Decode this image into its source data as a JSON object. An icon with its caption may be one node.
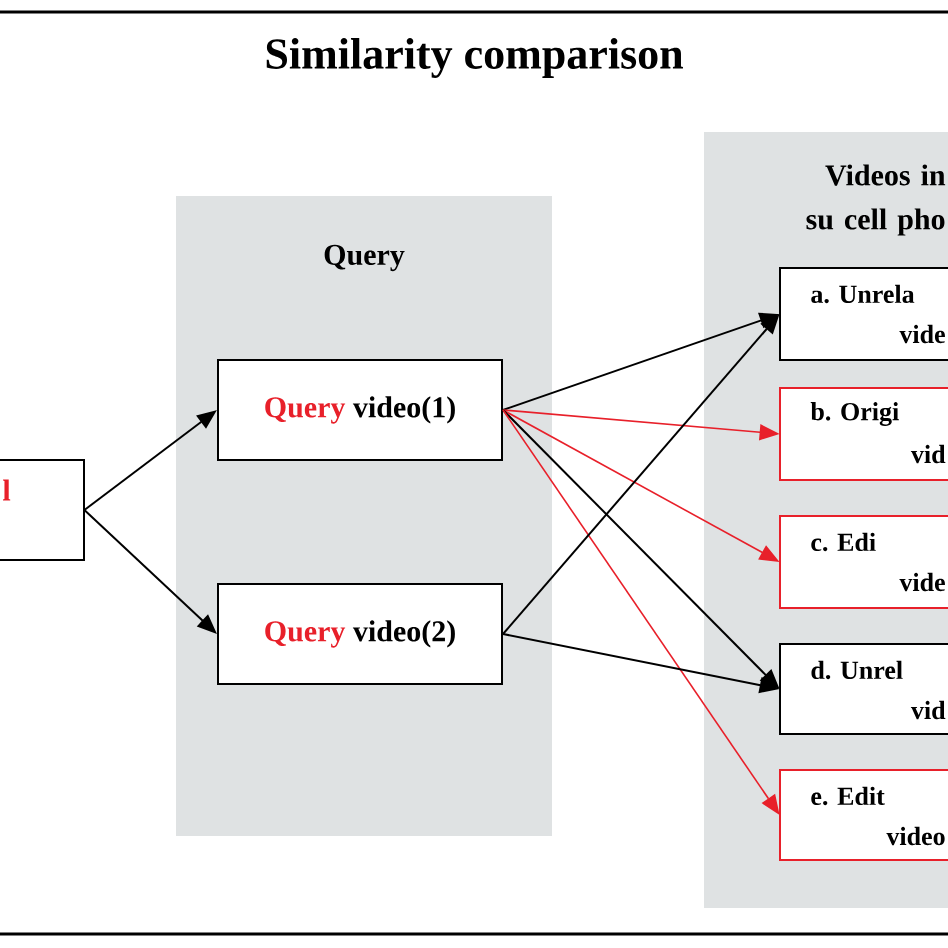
{
  "diagram": {
    "title": "Similarity comparison",
    "nodes": [
      {
        "text": [
          "l"
        ]
      },
      {
        "text": [
          "Query"
        ]
      },
      {
        "text": [
          "Query",
          "video(1)"
        ],
        "in": 1
      },
      {
        "text": [
          "Query",
          "video(2)"
        ],
        "in": 1
      },
      {
        "text": [
          "Videos in su cell pho"
        ]
      },
      {
        "text": [
          "a. Unrela",
          "vide"
        ],
        "in": 4
      },
      {
        "text": [
          "b. Origi",
          "vid"
        ],
        "in": 4
      },
      {
        "text": [
          "c. Edi",
          "vide"
        ],
        "in": 4
      },
      {
        "text": [
          "d. Unrel",
          "vid"
        ],
        "in": 4
      },
      {
        "text": [
          "e. Edit",
          "video"
        ],
        "in": 4
      }
    ],
    "edges": [
      {
        "from": 0,
        "to": 2,
        "arrow": "to"
      },
      {
        "from": 0,
        "to": 3,
        "arrow": "to"
      },
      {
        "from": 2,
        "to": 5,
        "arrow": "to"
      },
      {
        "from": 2,
        "to": 6,
        "arrow": "to",
        "color": "#e8202a"
      },
      {
        "from": 2,
        "to": 7,
        "arrow": "to",
        "color": "#e8202a"
      },
      {
        "from": 2,
        "to": 8,
        "arrow": "to"
      },
      {
        "from": 2,
        "to": 9,
        "arrow": "to",
        "color": "#e8202a"
      },
      {
        "from": 3,
        "to": 5,
        "arrow": "to"
      },
      {
        "from": 3,
        "to": 8,
        "arrow": "to"
      }
    ]
  }
}
